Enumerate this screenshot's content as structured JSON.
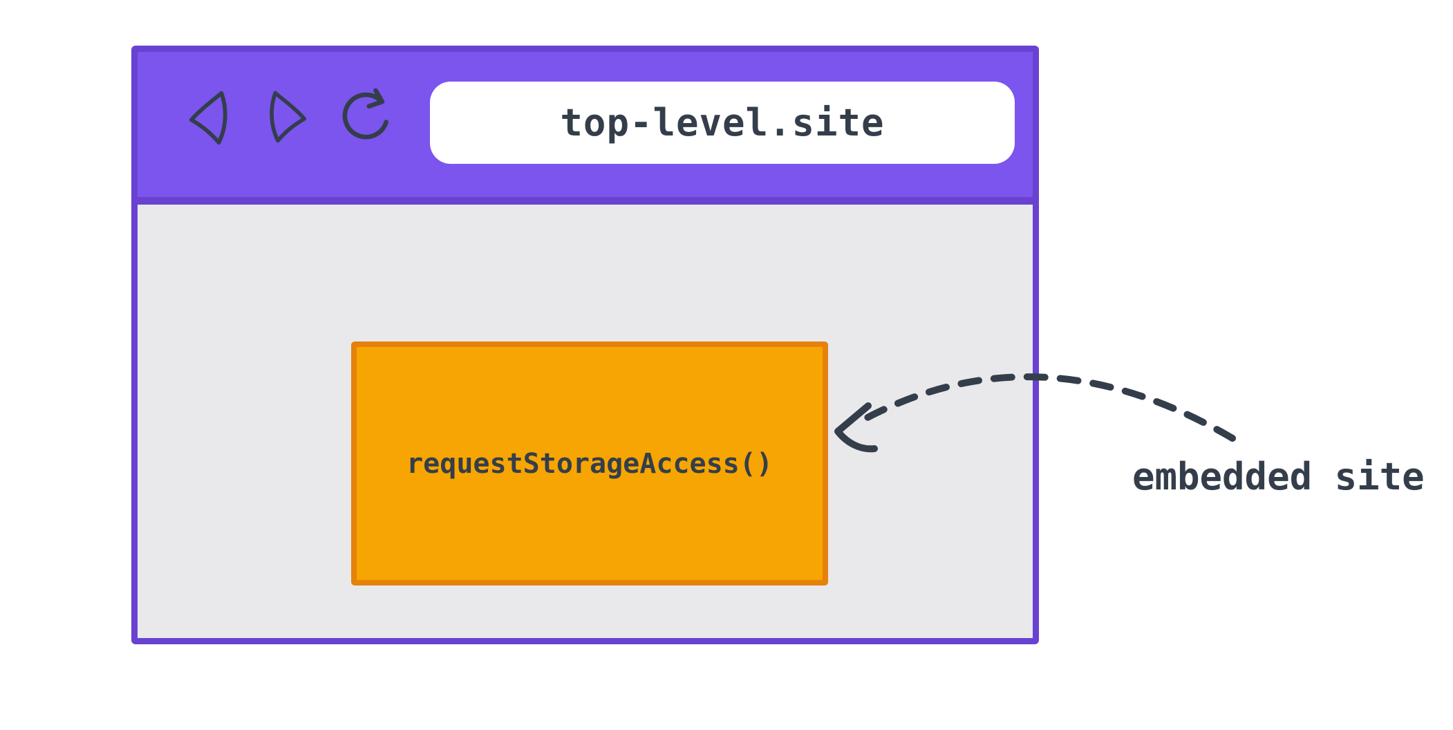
{
  "theme": {
    "canvas_bg": "#ffffff",
    "purple_fill": "#7B55EE",
    "purple_border": "#6942D1",
    "content_bg": "#E9E9EC",
    "orange_fill": "#F7A502",
    "orange_border": "#E5820C",
    "ink": "#343E4B",
    "address_bar_bg": "#ffffff"
  },
  "browser_window": {
    "toolbar": {
      "nav_icons": [
        "back-icon",
        "forward-icon",
        "reload-icon"
      ],
      "address_bar": {
        "value": "top-level.site"
      }
    },
    "content": {
      "embedded_frame": {
        "api_call_label": "requestStorageAccess()"
      }
    }
  },
  "annotation": {
    "arrow": "dashed-arrow-from-label-to-embedded-frame",
    "label": "embedded site"
  }
}
